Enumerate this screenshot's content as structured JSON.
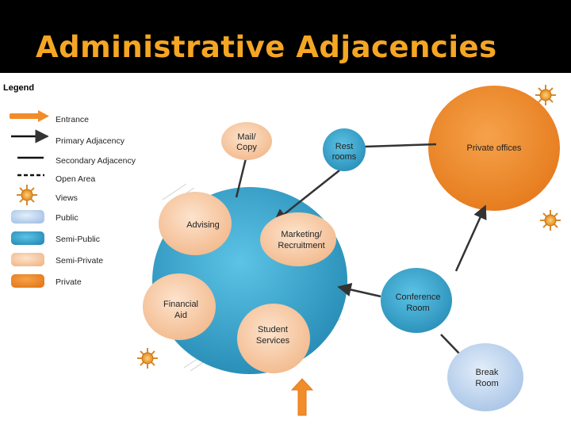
{
  "title": "Administrative Adjacencies",
  "legend": {
    "heading": "Legend",
    "items": [
      {
        "key": "entrance",
        "label": "Entrance"
      },
      {
        "key": "primary",
        "label": "Primary Adjacency"
      },
      {
        "key": "secondary",
        "label": "Secondary Adjacency"
      },
      {
        "key": "open",
        "label": "Open Area"
      },
      {
        "key": "views",
        "label": "Views"
      },
      {
        "key": "public",
        "label": "Public"
      },
      {
        "key": "semi_public",
        "label": "Semi-Public"
      },
      {
        "key": "semi_private",
        "label": "Semi-Private"
      },
      {
        "key": "private",
        "label": "Private"
      }
    ]
  },
  "colors": {
    "title": "#f5a623",
    "public": "#c5d9f1",
    "semi_public": "#3aa7cc",
    "semi_private": "#f9cfad",
    "private": "#f28c28"
  },
  "nodes": {
    "mail_copy": {
      "lines": [
        "Mail/",
        "Copy"
      ],
      "zone": "semi_private"
    },
    "rest_rooms": {
      "lines": [
        "Rest",
        "rooms"
      ],
      "zone": "semi_public"
    },
    "private_offices": {
      "lines": [
        "Private offices"
      ],
      "zone": "private"
    },
    "advising": {
      "lines": [
        "Advising"
      ],
      "zone": "semi_private"
    },
    "marketing": {
      "lines": [
        "Marketing/",
        "Recruitment"
      ],
      "zone": "semi_private"
    },
    "financial_aid": {
      "lines": [
        "Financial",
        "Aid"
      ],
      "zone": "semi_private"
    },
    "student_services": {
      "lines": [
        "Student",
        "Services"
      ],
      "zone": "semi_private"
    },
    "conference_room": {
      "lines": [
        "Conference",
        "Room"
      ],
      "zone": "semi_public"
    },
    "break_room": {
      "lines": [
        "Break",
        "Room"
      ],
      "zone": "public"
    },
    "semi_public_hub": {
      "lines": [],
      "zone": "semi_public"
    }
  }
}
